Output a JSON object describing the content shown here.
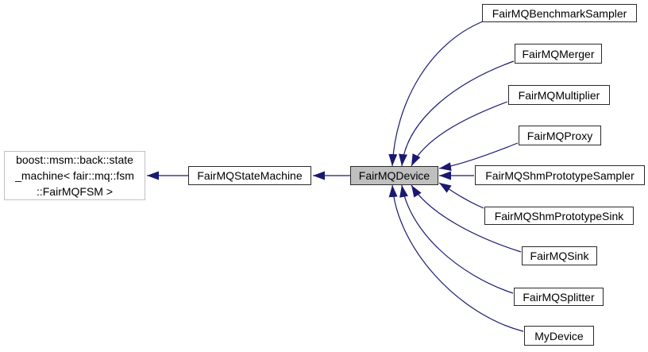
{
  "diagram_type": "class-inheritance-graph",
  "colors": {
    "arrow_color": "#191970",
    "node_border": "#2a2a2a",
    "node_fill": "#ffffff",
    "selected_fill": "#bfbfbf",
    "external_border": "#c0c0c0",
    "text_color": "#000000",
    "page_bg": "#ffffff"
  },
  "nodes": {
    "external_base": {
      "label": "boost::msm::back::state\n_machine< fair::mq::fsm\n::FairMQFSM >"
    },
    "state_machine": {
      "label": "FairMQStateMachine"
    },
    "device": {
      "label": "FairMQDevice"
    },
    "derived": [
      {
        "label": "FairMQBenchmarkSampler"
      },
      {
        "label": "FairMQMerger"
      },
      {
        "label": "FairMQMultiplier"
      },
      {
        "label": "FairMQProxy"
      },
      {
        "label": "FairMQShmPrototypeSampler"
      },
      {
        "label": "FairMQShmPrototypeSink"
      },
      {
        "label": "FairMQSink"
      },
      {
        "label": "FairMQSplitter"
      },
      {
        "label": "MyDevice"
      }
    ]
  },
  "edges": [
    {
      "from": "FairMQStateMachine",
      "to": "boost::msm::back::state_machine< fair::mq::fsm::FairMQFSM >"
    },
    {
      "from": "FairMQDevice",
      "to": "FairMQStateMachine"
    },
    {
      "from": "FairMQBenchmarkSampler",
      "to": "FairMQDevice"
    },
    {
      "from": "FairMQMerger",
      "to": "FairMQDevice"
    },
    {
      "from": "FairMQMultiplier",
      "to": "FairMQDevice"
    },
    {
      "from": "FairMQProxy",
      "to": "FairMQDevice"
    },
    {
      "from": "FairMQShmPrototypeSampler",
      "to": "FairMQDevice"
    },
    {
      "from": "FairMQShmPrototypeSink",
      "to": "FairMQDevice"
    },
    {
      "from": "FairMQSink",
      "to": "FairMQDevice"
    },
    {
      "from": "FairMQSplitter",
      "to": "FairMQDevice"
    },
    {
      "from": "MyDevice",
      "to": "FairMQDevice"
    }
  ]
}
